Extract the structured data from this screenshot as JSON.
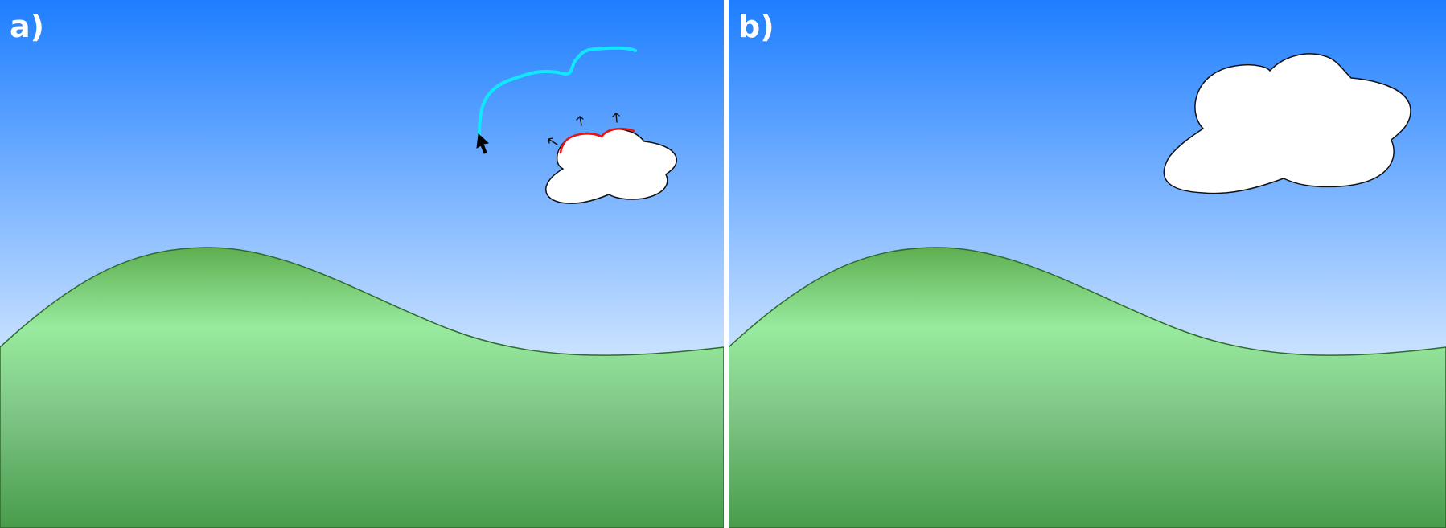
{
  "panels": [
    {
      "id": "a",
      "label": "a)"
    },
    {
      "id": "b",
      "label": "b)"
    }
  ],
  "colors": {
    "sky_top": "#1e7eff",
    "sky_bottom": "#cce3ff",
    "hill_top": "#5aa94a",
    "hill_mid": "#98eb9e",
    "hill_bottom": "#479c4b",
    "hill_outline": "#2e6b2c",
    "cloud_fill": "#ffffff",
    "cloud_outline": "#111111",
    "stroke_gesture": "#10e8ff",
    "selected_edge": "#ee1111",
    "arrow": "#111111",
    "cursor": "#000000",
    "label": "#ffffff"
  },
  "icons": {
    "cursor": "mouse-pointer-icon",
    "arrows": "expand-arrow-icon"
  }
}
